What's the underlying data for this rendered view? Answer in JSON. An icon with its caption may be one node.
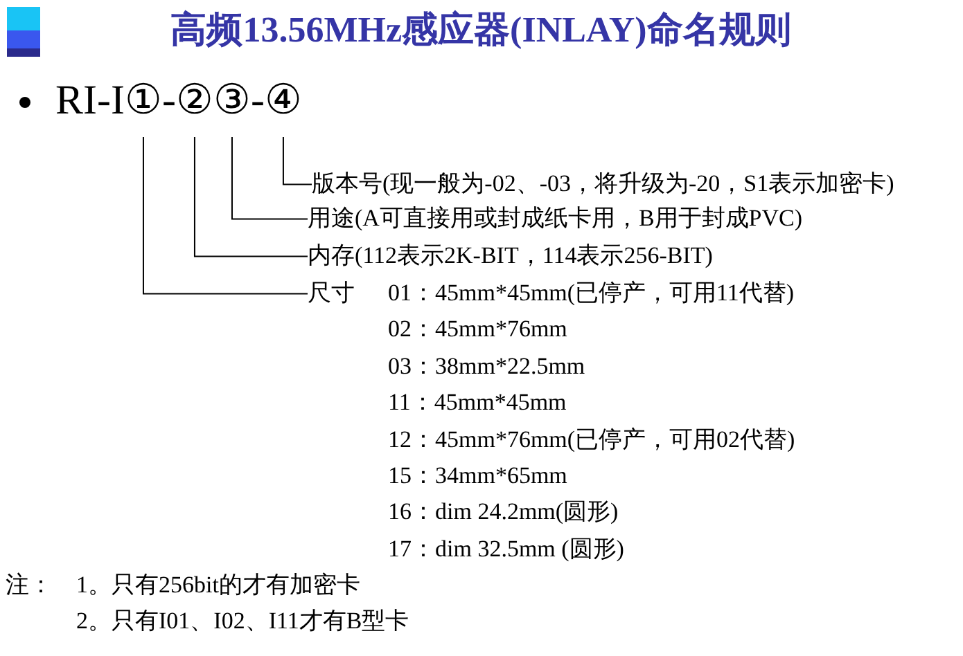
{
  "diagram": {
    "title": "高频13.56MHz感应器(INLAY)命名规则",
    "nodes": [
      {
        "text": [
          "RI-I①-②③-④"
        ]
      },
      {
        "text": [
          "版本号(现一般为-02、-03，将升级为-20，S1表示加密卡)"
        ]
      },
      {
        "text": [
          "用途(A可直接用或封成纸卡用，B用于封成PVC)"
        ]
      },
      {
        "text": [
          "内存(112表示2K-BIT，114表示256-BIT)"
        ]
      },
      {
        "text": [
          "尺寸"
        ],
        "beside": [
          "01：45mm*45mm(已停产，可用11代替)",
          "02：45mm*76mm",
          "03：38mm*22.5mm",
          "11：45mm*45mm",
          "12：45mm*76mm(已停产，可用02代替)",
          "15：34mm*65mm",
          "16：dim 24.2mm(圆形)",
          "17：dim 32.5mm (圆形)"
        ]
      }
    ],
    "edges": [
      {
        "from": 1,
        "to": 0,
        "arrow": "none"
      },
      {
        "from": 2,
        "to": 0,
        "arrow": "none"
      },
      {
        "from": 3,
        "to": 0,
        "arrow": "none"
      },
      {
        "from": 4,
        "to": 0,
        "arrow": "none"
      }
    ],
    "labels": [
      "注：",
      "1。只有256bit的才有加密卡",
      "2。只有I01、I02、I11才有B型卡"
    ]
  }
}
